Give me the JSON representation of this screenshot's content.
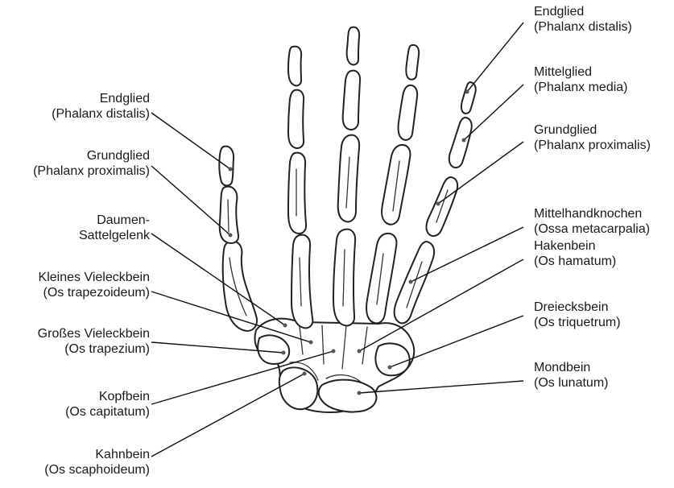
{
  "labels_left": [
    {
      "id": "endglied-thumb",
      "line1": "Endglied",
      "line2": "(Phalanx distalis)"
    },
    {
      "id": "grundglied-thumb",
      "line1": "Grundglied",
      "line2": "(Phalanx proximalis)"
    },
    {
      "id": "daumen-sattelgelenk",
      "line1": "Daumen-",
      "line2": "Sattelgelenk"
    },
    {
      "id": "kleines-vieleckbein",
      "line1": "Kleines Vieleckbein",
      "line2": "(Os trapezoideum)"
    },
    {
      "id": "grosses-vieleckbein",
      "line1": "Großes Vieleckbein",
      "line2": "(Os trapezium)"
    },
    {
      "id": "kopfbein",
      "line1": "Kopfbein",
      "line2": "(Os capitatum)"
    },
    {
      "id": "kahnbein",
      "line1": "Kahnbein",
      "line2": "(Os scaphoideum)"
    }
  ],
  "labels_right": [
    {
      "id": "endglied-finger",
      "line1": "Endglied",
      "line2": "(Phalanx distalis)"
    },
    {
      "id": "mittelglied",
      "line1": "Mittelglied",
      "line2": "(Phalanx media)"
    },
    {
      "id": "grundglied-finger",
      "line1": "Grundglied",
      "line2": "(Phalanx proximalis)"
    },
    {
      "id": "mittelhandknochen",
      "line1": "Mittelhandknochen",
      "line2": "(Ossa metacarpalia)"
    },
    {
      "id": "hakenbein",
      "line1": "Hakenbein",
      "line2": "(Os hamatum)"
    },
    {
      "id": "dreiecksbein",
      "line1": "Dreiecksbein",
      "line2": "(Os triquetrum)"
    },
    {
      "id": "mondbein",
      "line1": "Mondbein",
      "line2": "(Os lunatum)"
    }
  ]
}
